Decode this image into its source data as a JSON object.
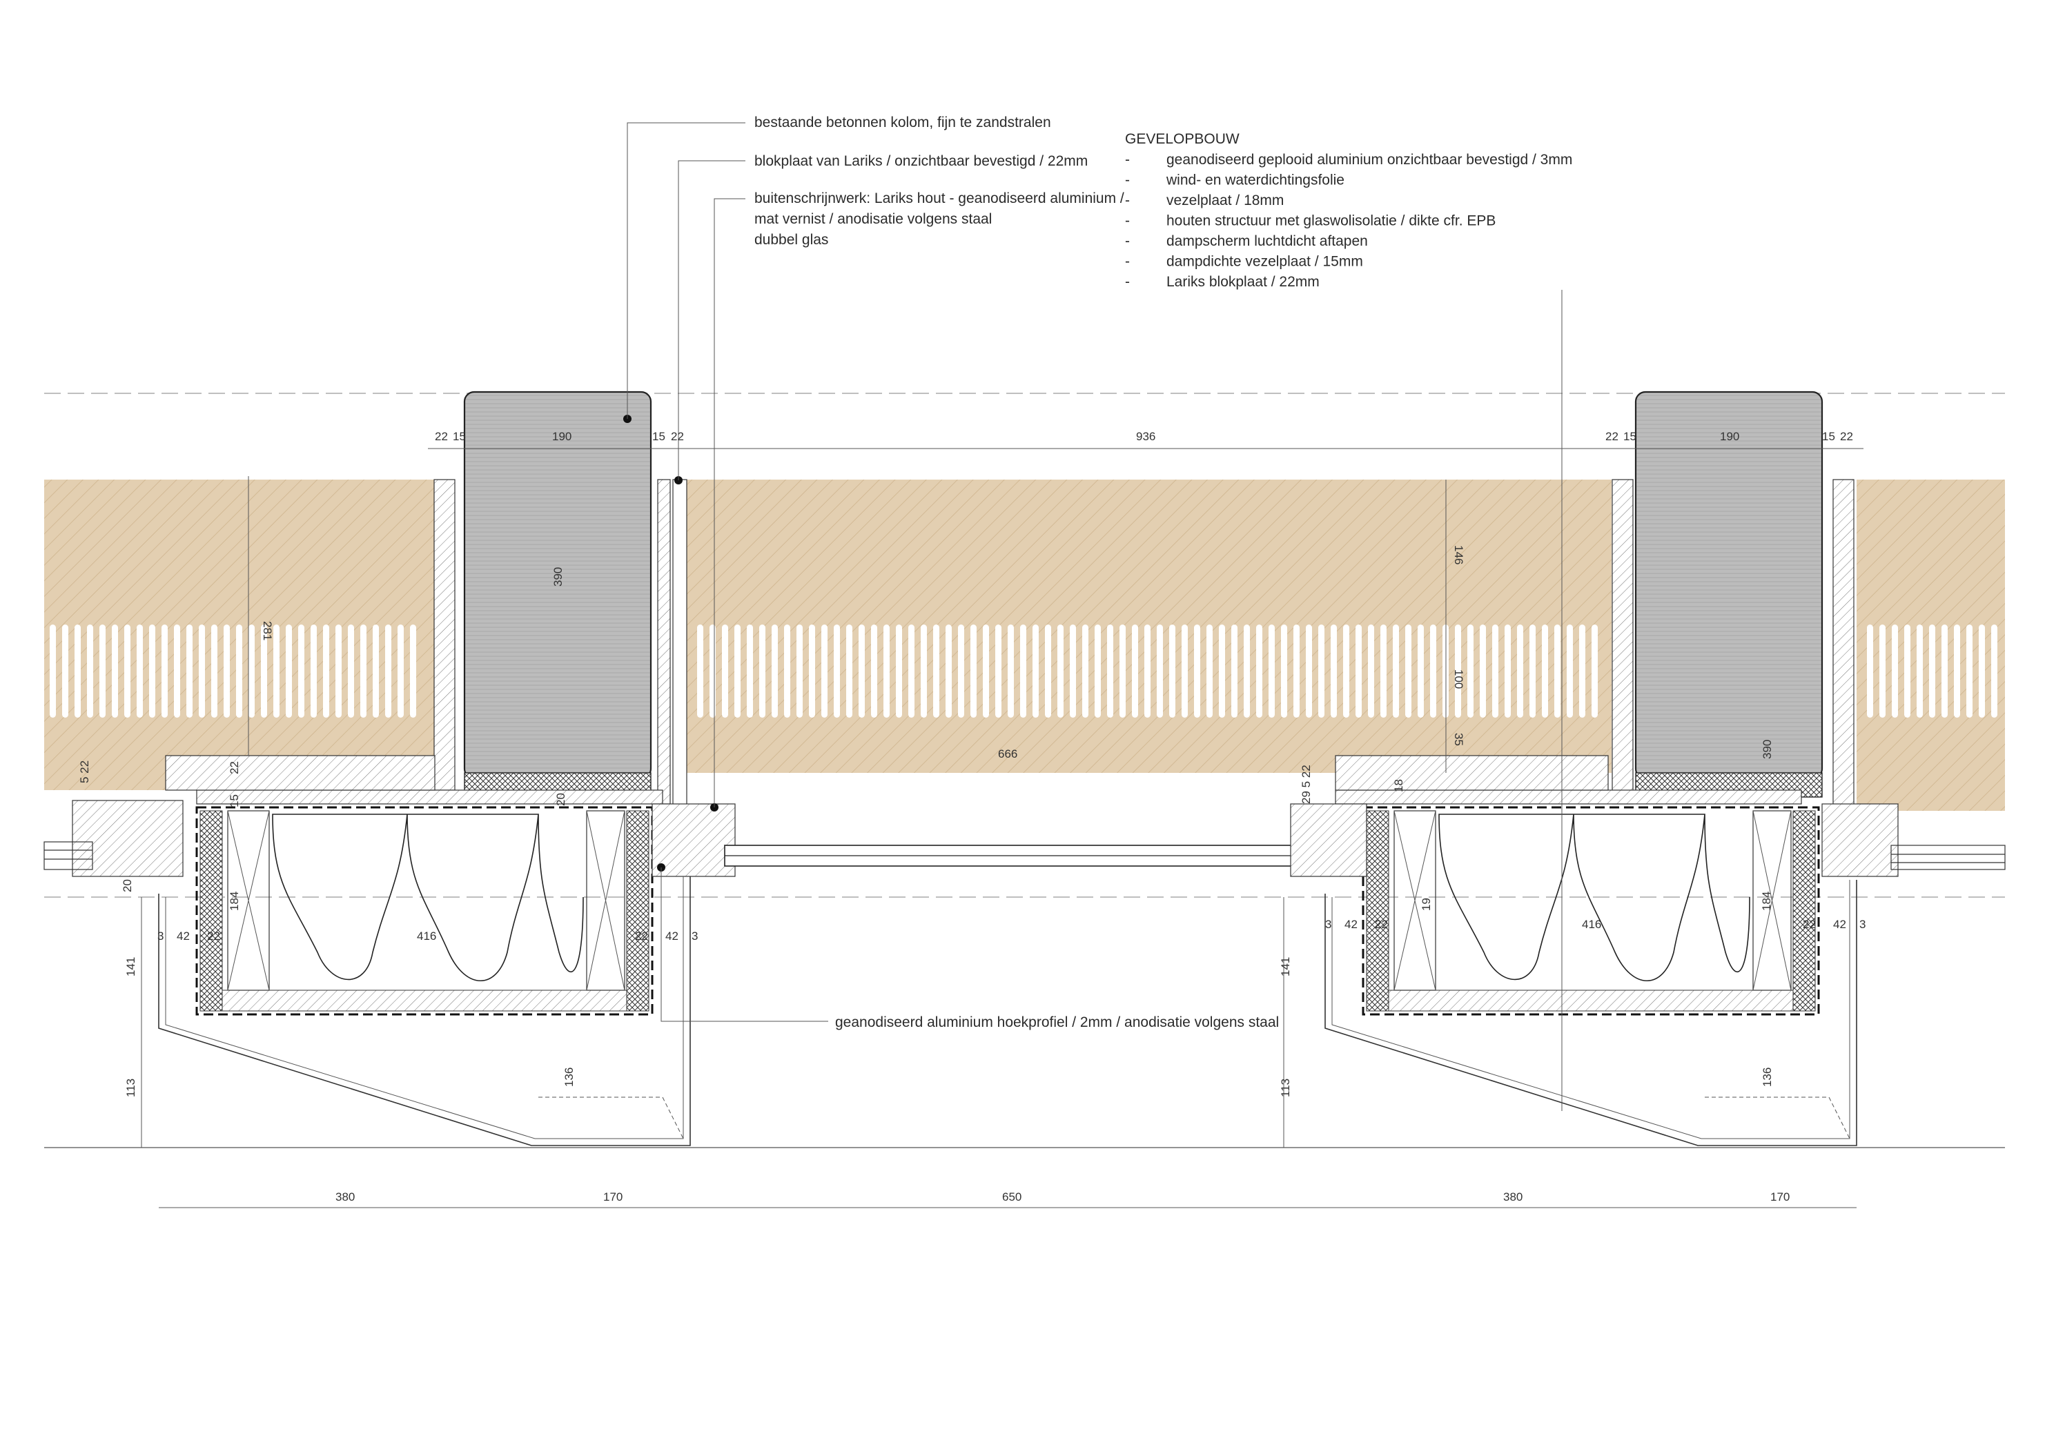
{
  "annotations": {
    "column": "bestaande betonnen kolom, fijn te zandstralen",
    "blokplaat": "blokplaat van Lariks / onzichtbaar bevestigd / 22mm",
    "joinery_line1": "buitenschrijnwerk: Lariks hout - geanodiseerd aluminium /",
    "joinery_line2": "mat vernist / anodisatie volgens staal",
    "joinery_line3": "dubbel glas",
    "corner_profile": "geanodiseerd aluminium hoekprofiel / 2mm / anodisatie volgens staal"
  },
  "facade_buildup": {
    "title": "GEVELOPBOUW",
    "bullet": "-",
    "layers": [
      "geanodiseerd geplooid aluminium onzichtbaar bevestigd / 3mm",
      "wind- en waterdichtingsfolie",
      "vezelplaat / 18mm",
      "houten structuur met glaswolisolatie / dikte cfr. EPB",
      "dampscherm luchtdicht aftapen",
      "dampdichte vezelplaat / 15mm",
      "Lariks blokplaat / 22mm"
    ]
  },
  "dimensions": {
    "top_left": [
      "22",
      "15",
      "190",
      "15",
      "22"
    ],
    "top_mid": "936",
    "top_right": [
      "22",
      "15",
      "190",
      "15",
      "22"
    ],
    "column_height_left": "390",
    "column_height_right": "390",
    "wall_281": "281",
    "wall_146": "146",
    "wall_100": "100",
    "wall_35": "35",
    "wall_666": "666",
    "left_5_22": "5 22",
    "right_29_5_22": "29 5 22",
    "v_22_left": "22",
    "v_15": "15",
    "v_20": "20",
    "v_18": "18",
    "v_19": "19",
    "v_184": "184",
    "v_141": "141",
    "v_113": "113",
    "v_136": "136",
    "v_3": "3",
    "v_42": "42",
    "v_416": "416",
    "bottom": [
      "380",
      "170",
      "650",
      "380",
      "170"
    ]
  },
  "colors": {
    "insulation": "#e3cfb1",
    "concrete": "#b8b8b8",
    "line": "#222222"
  }
}
